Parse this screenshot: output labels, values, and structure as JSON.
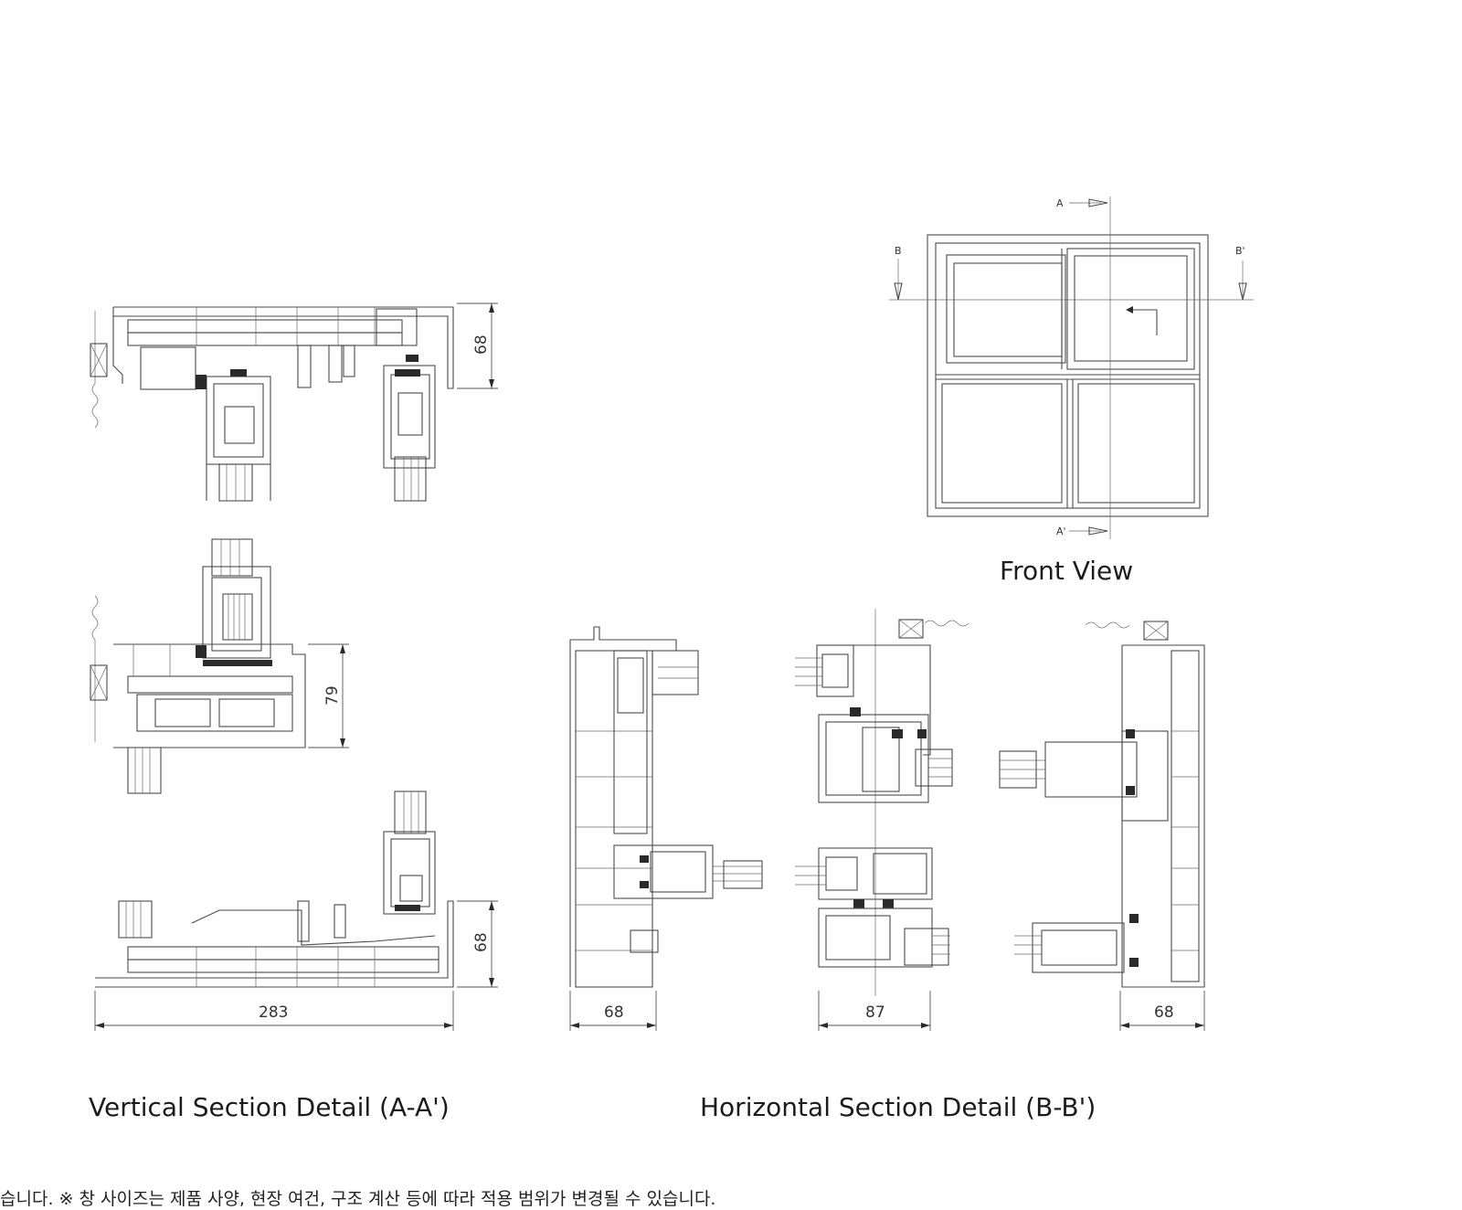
{
  "captions": {
    "front_view": "Front View",
    "vertical_section": "Vertical Section Detail (A-A')",
    "horizontal_section": "Horizontal Section Detail (B-B')"
  },
  "markers": {
    "a_top": "A",
    "a_bottom": "A'",
    "b_left": "B",
    "b_right": "B'"
  },
  "dimensions": {
    "vertical_top_height": "68",
    "vertical_mid_height": "79",
    "vertical_bottom_height": "68",
    "vertical_width": "283",
    "horizontal_left_width": "68",
    "horizontal_mid_width": "87",
    "horizontal_right_width": "68"
  },
  "footnote": "습니다.   ※ 창 사이즈는 제품 사양, 현장 여건, 구조 계산 등에 따라 적용 범위가 변경될 수 있습니다."
}
